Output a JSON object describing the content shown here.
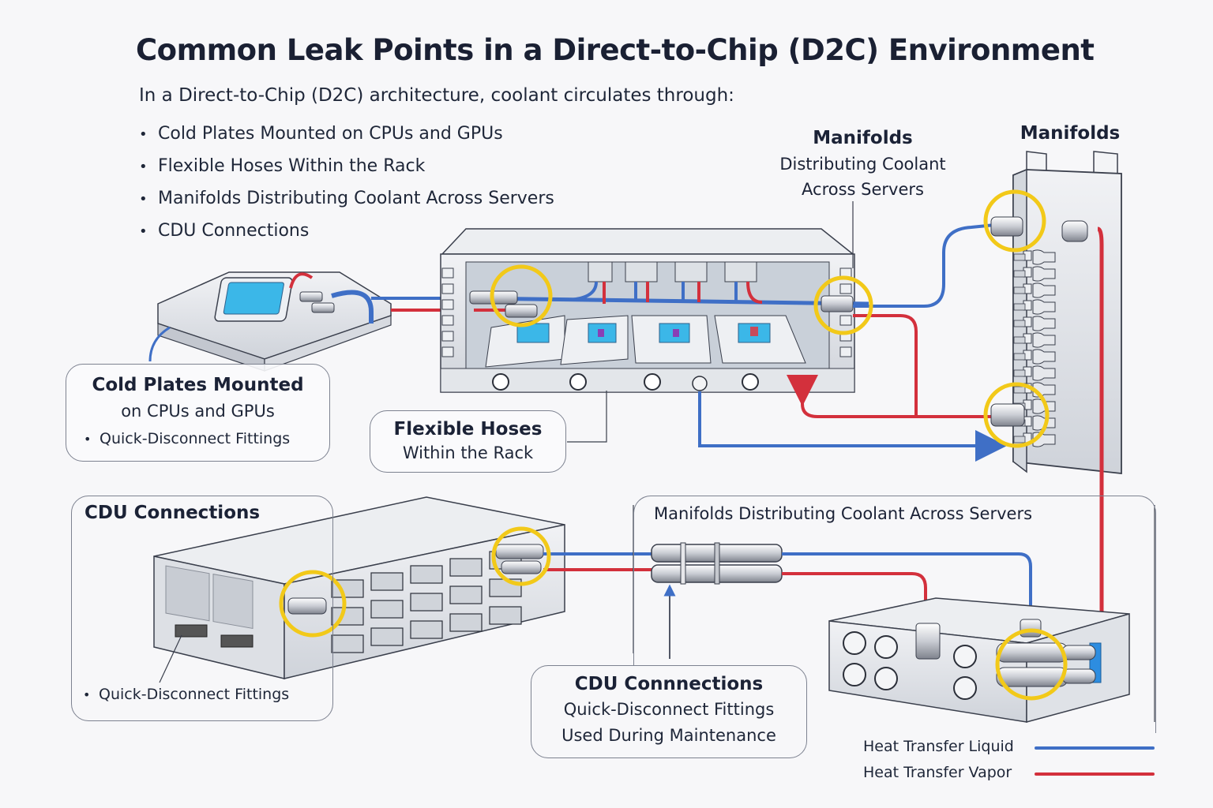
{
  "title": "Common Leak Points in a Direct-to-Chip (D2C) Environment",
  "intro": "In a Direct-to-Chip (D2C) architecture, coolant circulates through:",
  "bullets": [
    "Cold Plates Mounted on CPUs and GPUs",
    "Flexible Hoses Within the Rack",
    "Manifolds Distributing Coolant Across Servers",
    "CDU Connections"
  ],
  "labels": {
    "manifolds_top": {
      "title": "Manifolds",
      "line1": "Distributing Coolant",
      "line2": "Across Servers"
    },
    "manifolds_right": "Manifolds",
    "cold_plates": {
      "title": "Cold Plates Mounted",
      "line1": "on CPUs and GPUs",
      "bullet": "Quick-Disconnect Fittings"
    },
    "flexible_hoses": {
      "title": "Flexible Hoses",
      "line1": "Within the Rack"
    },
    "cdu_left": {
      "title": "CDU Connections",
      "bullet": "Quick-Disconnect Fittings"
    },
    "manifolds_bottom": "Manifolds Distributing Coolant Across Servers",
    "cdu_bottom": {
      "title": "CDU Connnections",
      "line1": "Quick-Disconnect Fittings",
      "line2": "Used During Maintenance"
    }
  },
  "legend": [
    {
      "label": "Heat Transfer Liquid",
      "color": "#3f6fc6"
    },
    {
      "label": "Heat Transfer Vapor",
      "color": "#d3303c"
    }
  ],
  "colors": {
    "liquid": "#3f6fc6",
    "vapor": "#d3303c",
    "leak_highlight": "#f2c919",
    "hardware": "#dfe2e8",
    "outline": "#3a3f4c"
  }
}
